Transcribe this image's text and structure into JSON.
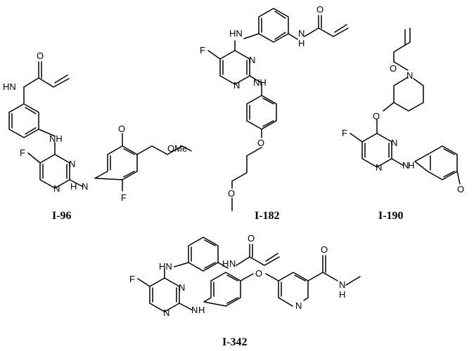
{
  "compounds": [
    {
      "id": "I-96",
      "atoms": {
        "amide_nh": "HN",
        "amide_o": "O",
        "anilino_nh": "NH",
        "fluoro": "F",
        "ring_n1": "N",
        "ring_n2": "N",
        "link_nh": "N",
        "link_h": "H",
        "ether_o": "O",
        "aryl_f": "F",
        "ome": "OMe"
      }
    },
    {
      "id": "I-182",
      "atoms": {
        "top_nh": "HN",
        "amide_nh": "N",
        "amide_h": "H",
        "amide_o": "O",
        "fluoro": "F",
        "ring_n1": "N",
        "ring_n2": "N",
        "link_nh": "NH",
        "ether_o": "O",
        "ether_o2": "O"
      }
    },
    {
      "id": "I-190",
      "atoms": {
        "acyl_o": "O",
        "pip_n": "N",
        "ring_o": "O",
        "fluoro": "F",
        "ring_n1": "N",
        "ring_n2": "N",
        "link_nh": "N",
        "link_h": "H",
        "ome_o": "O"
      }
    },
    {
      "id": "I-342",
      "atoms": {
        "top_nh": "HN",
        "amide_nh": "N",
        "amide_h": "H",
        "amide_o": "O",
        "fluoro": "F",
        "ring_n1": "N",
        "ring_n2": "N",
        "link_nh": "N",
        "link_h": "H",
        "ether_o": "O",
        "pyr_n": "N",
        "carb_o": "O",
        "carb_nh": "N",
        "carb_h": "H"
      }
    }
  ]
}
